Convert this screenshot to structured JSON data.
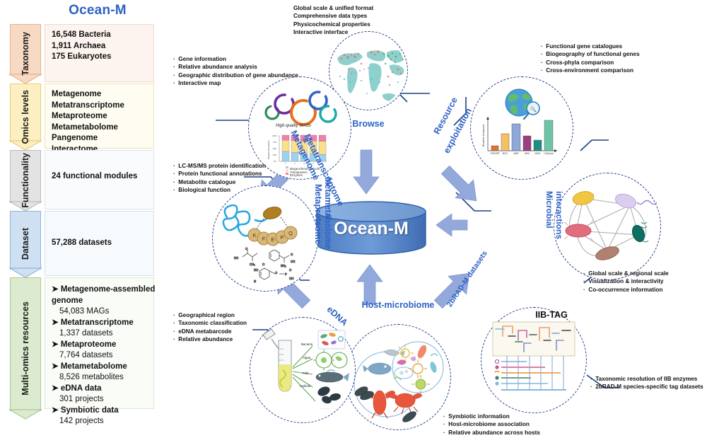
{
  "brand": {
    "title": "Ocean-M"
  },
  "left_panel": {
    "sections": [
      {
        "tab_label": "Taxonomy",
        "tab_color": "#F7D9C4",
        "tab_border": "#E8B48E",
        "box_bg": "#FDF4EF",
        "lines": [
          {
            "text": "16,548 Bacteria",
            "style": "bold"
          },
          {
            "text": "1,911 Archaea",
            "style": "bold"
          },
          {
            "text": "175  Eukaryotes",
            "style": "bold"
          }
        ]
      },
      {
        "tab_label": "Omics levels",
        "tab_color": "#FCEFC2",
        "tab_border": "#E8CE72",
        "box_bg": "#FFFCF2",
        "lines": [
          {
            "text": "Metagenome",
            "style": "bold"
          },
          {
            "text": "Metatranscriptome",
            "style": "bold"
          },
          {
            "text": "Metaproteome",
            "style": "bold"
          },
          {
            "text": "Metametabolome",
            "style": "bold"
          },
          {
            "text": "Pangenome",
            "style": "bold"
          },
          {
            "text": "Interactome",
            "style": "bold"
          }
        ]
      },
      {
        "tab_label": "Functionality",
        "tab_color": "#E3E3E3",
        "tab_border": "#BDBDBD",
        "box_bg": "#FAFBFC",
        "lines": [
          {
            "text": "24 functional modules",
            "style": "bold"
          }
        ]
      },
      {
        "tab_label": "Dataset",
        "tab_color": "#CEE0F2",
        "tab_border": "#8FB6DE",
        "box_bg": "#F7FAFD",
        "lines": [
          {
            "text": "57,288 datasets",
            "style": "bold"
          }
        ]
      },
      {
        "tab_label": "Multi-omics resources",
        "tab_color": "#DCEBCF",
        "tab_border": "#A9C98F",
        "box_bg": "#FAFDF7",
        "lines": [
          {
            "text": "➤ Metagenome-assembled",
            "style": "bullet"
          },
          {
            "text": "genome",
            "style": "bold"
          },
          {
            "text": "54,083 MAGs",
            "style": "sub"
          },
          {
            "text": "➤ Metatranscriptome",
            "style": "bullet"
          },
          {
            "text": "1,337 datasets",
            "style": "sub"
          },
          {
            "text": "➤ Metaproteome",
            "style": "bullet"
          },
          {
            "text": "7,764 datasets",
            "style": "sub"
          },
          {
            "text": "➤ Metametabolome",
            "style": "bullet"
          },
          {
            "text": "8,526 metabolites",
            "style": "sub"
          },
          {
            "text": "➤ eDNA data",
            "style": "bullet"
          },
          {
            "text": "301 projects",
            "style": "sub"
          },
          {
            "text": "➤ Symbiotic data",
            "style": "bullet"
          },
          {
            "text": "142 projects",
            "style": "sub"
          }
        ]
      }
    ]
  },
  "center": {
    "database_label": "Ocean-M"
  },
  "nodes": {
    "browse": {
      "label": "Browse"
    },
    "metagenome": {
      "label_line1": "Metagenome",
      "label_amp": "&",
      "label_line2": "Metatranscriptome",
      "caption": "High-quality MAGs",
      "legend": [
        "Biogeochemical cycle",
        "Transporters",
        "Enzymes"
      ]
    },
    "resource": {
      "label_line1": "Resource",
      "label_line2": "exploitation",
      "axis_label": "Bioactive Compound",
      "categories": [
        "CRISPR",
        "BGC",
        "AMP",
        "ARG",
        "MGE",
        "CAZyme"
      ]
    },
    "microbial": {
      "label_line1": "Microbial",
      "label_line2": "interactions"
    },
    "iibtag": {
      "label": "IIB-TAG",
      "arc_label": "2bRAD-M datasets"
    },
    "host": {
      "label": "Host-microbiome"
    },
    "edna": {
      "label": "eDNA",
      "species": [
        "Bacteria",
        "Algae",
        "Fish",
        "mollusk",
        "······"
      ]
    },
    "proteome": {
      "label_line1": "Metaproteome",
      "label_amp": "&",
      "label_line2": "Metametabolome",
      "peptide": [
        "K",
        "F",
        "E",
        "P",
        "Q"
      ]
    }
  },
  "annotations": {
    "browse": [
      "Global scale & unified format",
      "Comprehensive data types",
      "Physicochemical properties",
      "Interactive interface"
    ],
    "metagenome": [
      "Gene information",
      "Relative abundance analysis",
      "Geographic distribution of gene abundance",
      "Interactive map"
    ],
    "resource": [
      "Functional gene catalogues",
      "Biogeography of functional genes",
      "Cross-phyla comparison",
      "Cross-environment comparison"
    ],
    "microbial": [
      "Global scale & regional scale",
      "Visualization & interactivity",
      "Co-occurrence information"
    ],
    "iibtag": [
      "Taxonomic resolution of IIB enzymes",
      "2bRAD-M species-specific tag datasets"
    ],
    "host": [
      "Symbiotic information",
      "Host-microbiome association",
      "Relative abundance across hosts"
    ],
    "edna": [
      "Geographical region",
      "Taxonomic classification",
      "eDNA metabarcode",
      "Relative abundance"
    ],
    "proteome": [
      "LC-MS/MS protein identification",
      "Protein functional annotations",
      "Metabolite catalogue",
      "Biological function"
    ]
  },
  "colors": {
    "brand_blue": "#2E63C4",
    "node_dash": "#1F3F86",
    "arrow_blue": "#93A9DC",
    "db_blue": "#4877BE"
  },
  "chart_data": [
    {
      "type": "bar",
      "title": "High-quality MAGs",
      "xlabel": "",
      "ylabel": "Relative abundance",
      "categories": [
        "1",
        "2",
        "3",
        "4",
        "5"
      ],
      "ylim": [
        0,
        100
      ],
      "ytick_labels": [
        "0%",
        "25%",
        "50%",
        "75%",
        "100%"
      ],
      "legend": [
        "Biogeochemical cycle",
        "Transporters",
        "Enzymes"
      ],
      "legend_colors": [
        "#9CD2F0",
        "#FBE08C",
        "#F37FAE"
      ],
      "series": [
        {
          "name": "Biogeochemical cycle",
          "values": [
            62,
            58,
            55,
            52,
            50
          ]
        },
        {
          "name": "Transporters",
          "values": [
            25,
            28,
            30,
            33,
            34
          ]
        },
        {
          "name": "Enzymes",
          "values": [
            13,
            14,
            15,
            15,
            16
          ]
        }
      ]
    },
    {
      "type": "bar",
      "title": "",
      "xlabel": "",
      "ylabel": "Bioactive Compound",
      "categories": [
        "CRISPR",
        "BGC",
        "AMP",
        "ARG",
        "MGE",
        "CAZyme"
      ],
      "values": [
        12,
        48,
        78,
        42,
        30,
        88
      ],
      "ylim": [
        0,
        100
      ],
      "bar_colors": [
        "#E2742A",
        "#F7C065",
        "#8EA8DA",
        "#9C3F7E",
        "#1E8F84",
        "#6FC4A8"
      ]
    }
  ]
}
